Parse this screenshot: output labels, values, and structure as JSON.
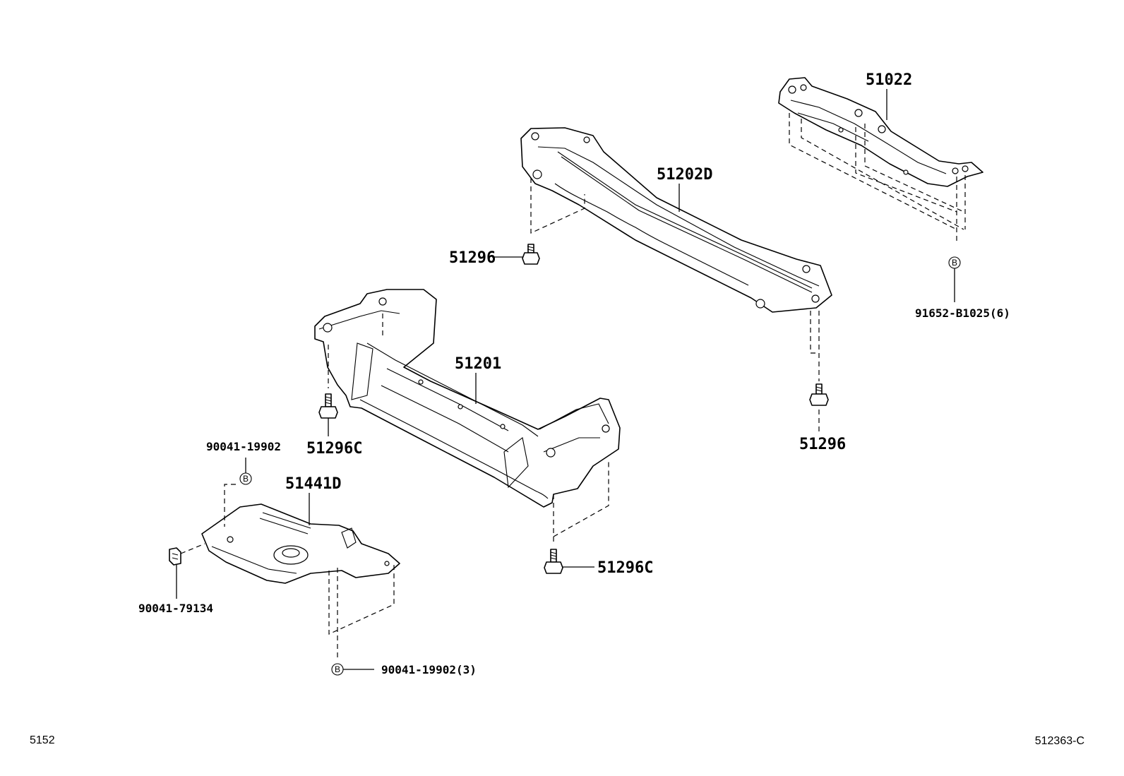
{
  "parts": {
    "p51022": "51022",
    "p51202D": "51202D",
    "p51296_top": "51296",
    "p51296_right": "51296",
    "p51201": "51201",
    "p51296C_left": "51296C",
    "p51296C_bottom": "51296C",
    "p51441D": "51441D",
    "p90041_19902": "90041-19902",
    "p90041_79134": "90041-79134",
    "p90041_19902_3": "90041-19902(3)",
    "p91652_B1025_6": "91652-B1025(6)"
  },
  "callout_letter": "B",
  "footer": {
    "left_code": "5152",
    "right_code": "512363-C"
  }
}
